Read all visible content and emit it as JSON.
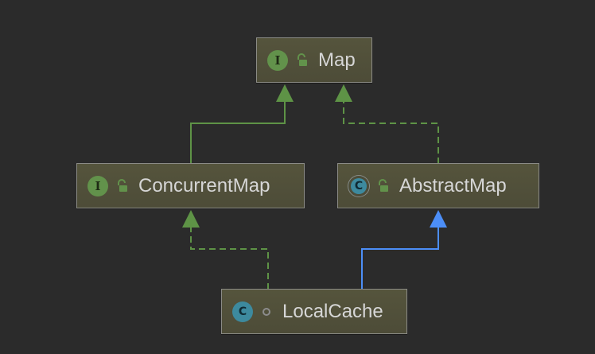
{
  "nodes": {
    "map": {
      "label": "Map",
      "kind": "interface",
      "badge": "I",
      "visibility": "public"
    },
    "concurrent_map": {
      "label": "ConcurrentMap",
      "kind": "interface",
      "badge": "I",
      "visibility": "public"
    },
    "abstract_map": {
      "label": "AbstractMap",
      "kind": "abstract-class",
      "badge": "C",
      "visibility": "public"
    },
    "local_cache": {
      "label": "LocalCache",
      "kind": "class",
      "badge": "C",
      "visibility": "package-private"
    }
  },
  "edges": [
    {
      "from": "ConcurrentMap",
      "to": "Map",
      "type": "extends",
      "style": "solid"
    },
    {
      "from": "AbstractMap",
      "to": "Map",
      "type": "implements",
      "style": "dashed"
    },
    {
      "from": "LocalCache",
      "to": "ConcurrentMap",
      "type": "implements",
      "style": "dashed"
    },
    {
      "from": "LocalCache",
      "to": "AbstractMap",
      "type": "extends",
      "style": "solid"
    }
  ],
  "colors": {
    "background": "#2b2b2b",
    "node_fill": "#4d4c38",
    "node_border": "#8b8b86",
    "interface_edge": "#5e9346",
    "class_edge": "#4c8ef7",
    "interface_badge": "#62924b",
    "class_badge": "#3d8a9e"
  }
}
